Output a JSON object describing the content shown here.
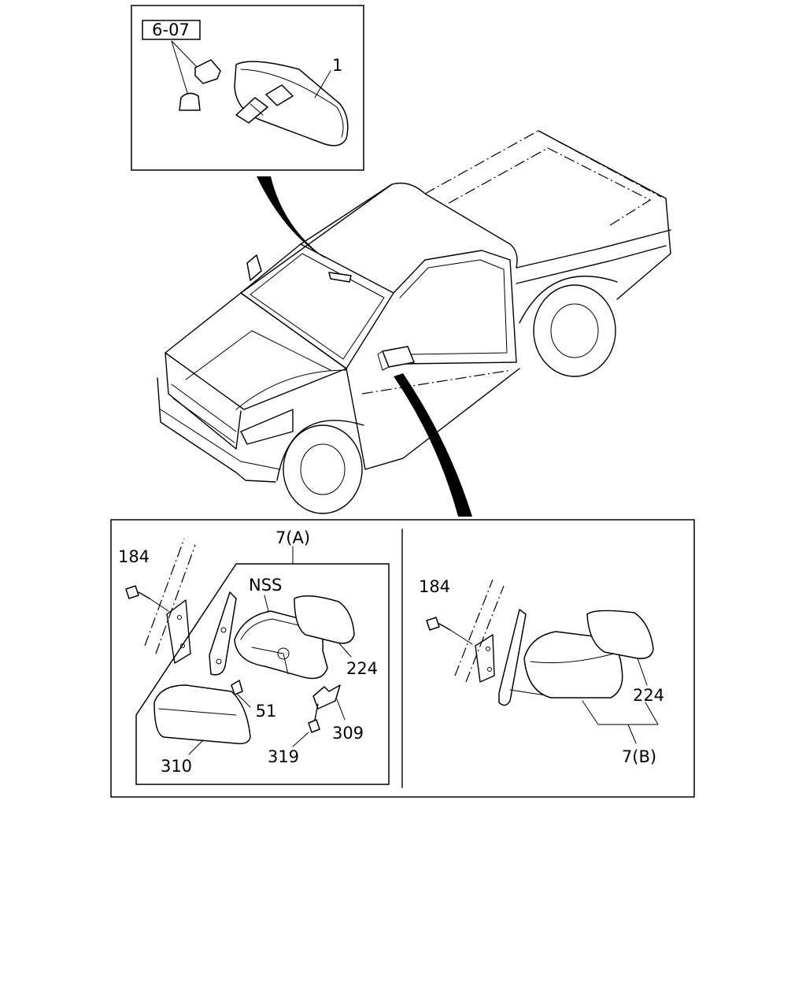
{
  "ref_box": "6-07",
  "callouts": {
    "mirror_inside": "1",
    "assy_a": "7(A)",
    "assy_b": "7(B)",
    "nss": "NSS",
    "bolt_a": "184",
    "bolt_b": "184",
    "glass_a": "224",
    "glass_b": "224",
    "nut": "51",
    "clip": "309",
    "screw": "319",
    "cover": "310"
  }
}
